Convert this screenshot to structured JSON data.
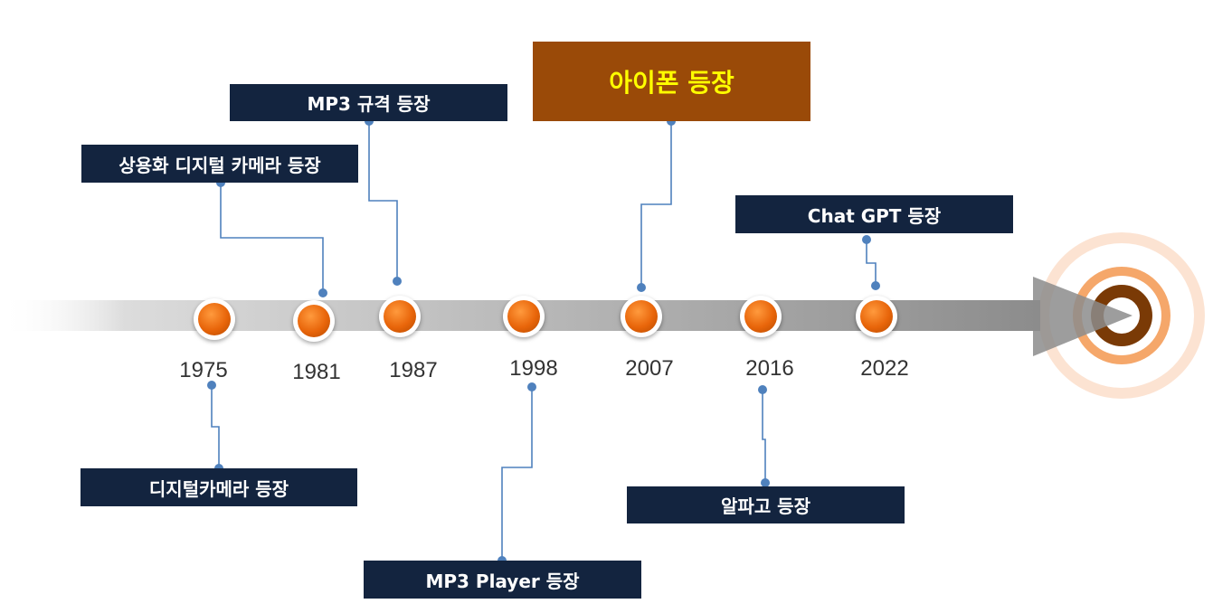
{
  "events": [
    {
      "year": "1975",
      "label": "디지털카메라 등장"
    },
    {
      "year": "1981",
      "label": "상용화 디지털 카메라 등장"
    },
    {
      "year": "1987",
      "label": "MP3 규격 등장"
    },
    {
      "year": "1998",
      "label": "MP3 Player 등장"
    },
    {
      "year": "2007",
      "label": "아이폰 등장"
    },
    {
      "year": "2016",
      "label": "알파고 등장"
    },
    {
      "year": "2022",
      "label": "Chat GPT 등장"
    }
  ],
  "colors": {
    "box_bg": "#13243f",
    "highlight_bg": "#9a4a08",
    "highlight_text": "#ffff00",
    "connector": "#4f81bd",
    "node": "#e8650a",
    "target_outer": "#f8c9a6",
    "target_mid": "#f5a05c",
    "target_inner": "#7a3a06"
  }
}
